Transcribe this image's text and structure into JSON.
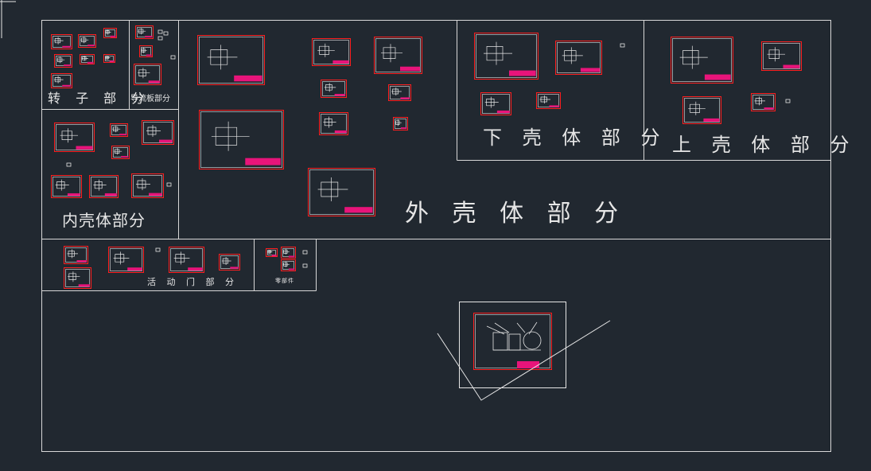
{
  "drawing": {
    "background": "#212830",
    "line_color": "#e6e6e6",
    "frame_color": "#ff1f1f",
    "accent_color": "#e8147a"
  },
  "labels": {
    "rotor": "转 子 部 分",
    "guide_plate": "导流板部分",
    "inner_shell": "内壳体部分",
    "outer_shell": "外 壳 体 部 分",
    "lower_shell": "下 壳 体 部 分",
    "upper_shell": "上 壳 体 部 分",
    "movable_door": "活 动 门 部 分",
    "small_part": "零部件"
  }
}
